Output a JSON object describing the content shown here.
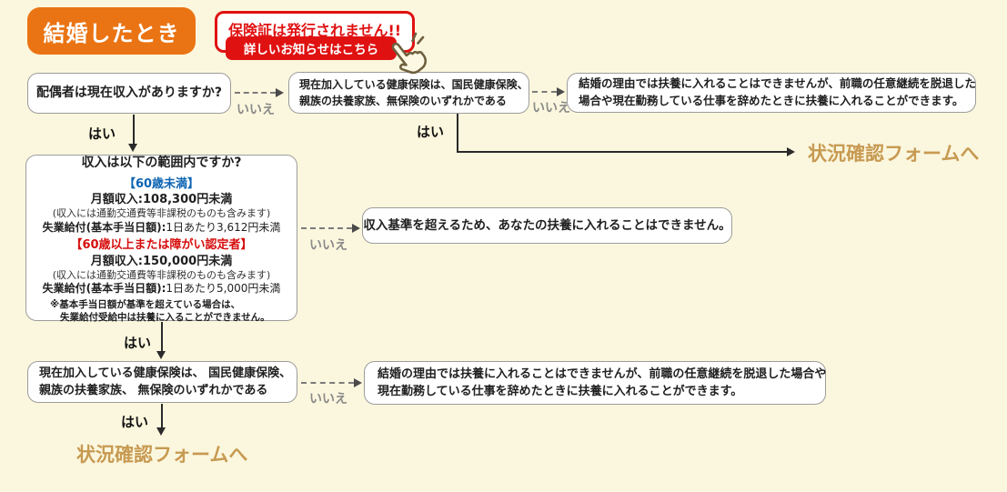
{
  "colors": {
    "background": "#FBF7DE",
    "accent-orange": "#EA7414",
    "accent-red": "#E01111",
    "accent-blue": "#0C63B2",
    "criteria-red": "#D60D0D",
    "link-tan": "#C79A52",
    "box-border": "#9C9C9C",
    "text-dark": "#1F1F1F",
    "label-gray": "#8A8A8A",
    "arrow-dark": "#2A2A2A"
  },
  "title": {
    "label": "結婚したとき"
  },
  "notice": {
    "heading": "保険証は発行されません!!",
    "link_label": "詳しいお知らせはこちら",
    "icon": "pointing-hand-icon"
  },
  "labels": {
    "yes": "はい",
    "no": "いいえ"
  },
  "flow": {
    "q_spouse_income": "配偶者は現在収入がありますか?",
    "q_insurance_top": {
      "line1": "現在加入している健康保険は、国民健康保険、",
      "line2": "親族の扶養家族、無保険のいずれかである"
    },
    "result_top": {
      "line1": "結婚の理由では扶養に入れることはできませんが、前職の任意継続を脱退した",
      "line2": "場合や現在勤務している仕事を辞めたときに扶養に入れることができます。"
    },
    "criteria": {
      "question": "収入は以下の範囲内ですか?",
      "under60_heading": "【60歳未満】",
      "under60_monthly": "月額収入:108,300円未満",
      "under60_note": "(収入には通勤交通費等非課税のものも含みます)",
      "under60_unemployment_label": "失業給付(基本手当日額):",
      "under60_unemployment_value": "1日あたり3,612円未満",
      "over60_heading": "【60歳以上または障がい認定者】",
      "over60_monthly": "月額収入:150,000円未満",
      "over60_note": "(収入には通勤交通費等非課税のものも含みます)",
      "over60_unemployment_label": "失業給付(基本手当日額):",
      "over60_unemployment_value": "1日あたり5,000円未満",
      "footnote1": "※基本手当日額が基準を超えている場合は、",
      "footnote2": "失業給付受給中は扶養に入ることができません。"
    },
    "result_income": "収入基準を超えるため、あなたの扶養に入れることはできません。",
    "q_insurance_bottom": {
      "line1": "現在加入している健康保険は、 国民健康保険、",
      "line2": "親族の扶養家族、 無保険のいずれかである"
    },
    "result_bottom": {
      "line1": "結婚の理由では扶養に入れることはできませんが、前職の任意継続を脱退した場合や",
      "line2": "現在勤務している仕事を辞めたときに扶養に入れることができます。"
    },
    "form_link": "状況確認フォームへ"
  }
}
